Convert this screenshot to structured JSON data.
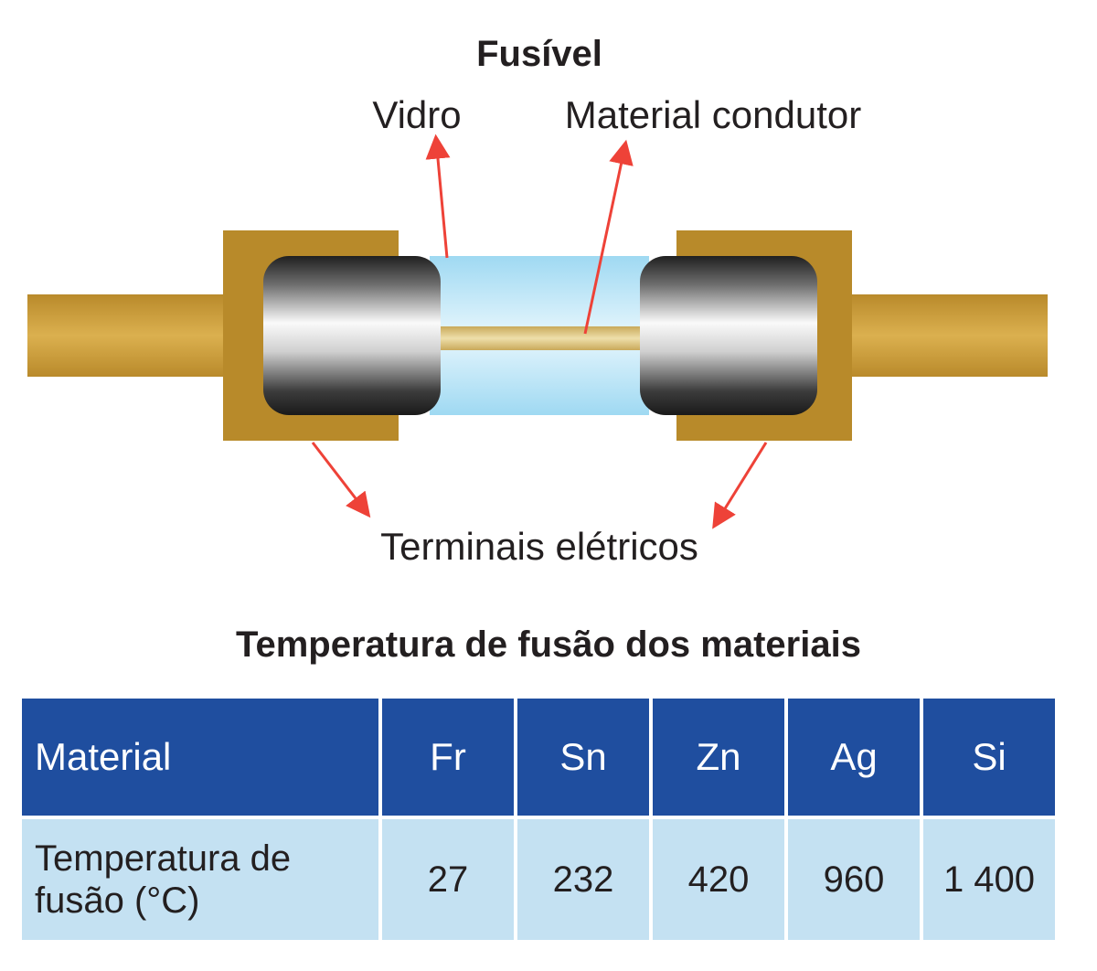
{
  "diagram": {
    "title": "Fusível",
    "labels": {
      "glass": "Vidro",
      "conductor": "Material condutor",
      "terminals": "Terminais elétricos"
    },
    "colors": {
      "terminal_brass": "#b88a2a",
      "cap_metal_dark": "#2b2b2b",
      "glass": "#b9e3f5",
      "conductor_wire": "#dcc27e",
      "arrow": "#ee4238"
    }
  },
  "table": {
    "title": "Temperatura de fusão dos materiais",
    "header": [
      "Material",
      "Fr",
      "Sn",
      "Zn",
      "Ag",
      "Si"
    ],
    "row_label_line1": "Temperatura de",
    "row_label_line2": "fusão (°C)",
    "values": [
      "27",
      "232",
      "420",
      "960",
      "1 400"
    ],
    "colors": {
      "header_bg": "#1f4e9f",
      "row_bg": "#c4e1f2"
    }
  }
}
